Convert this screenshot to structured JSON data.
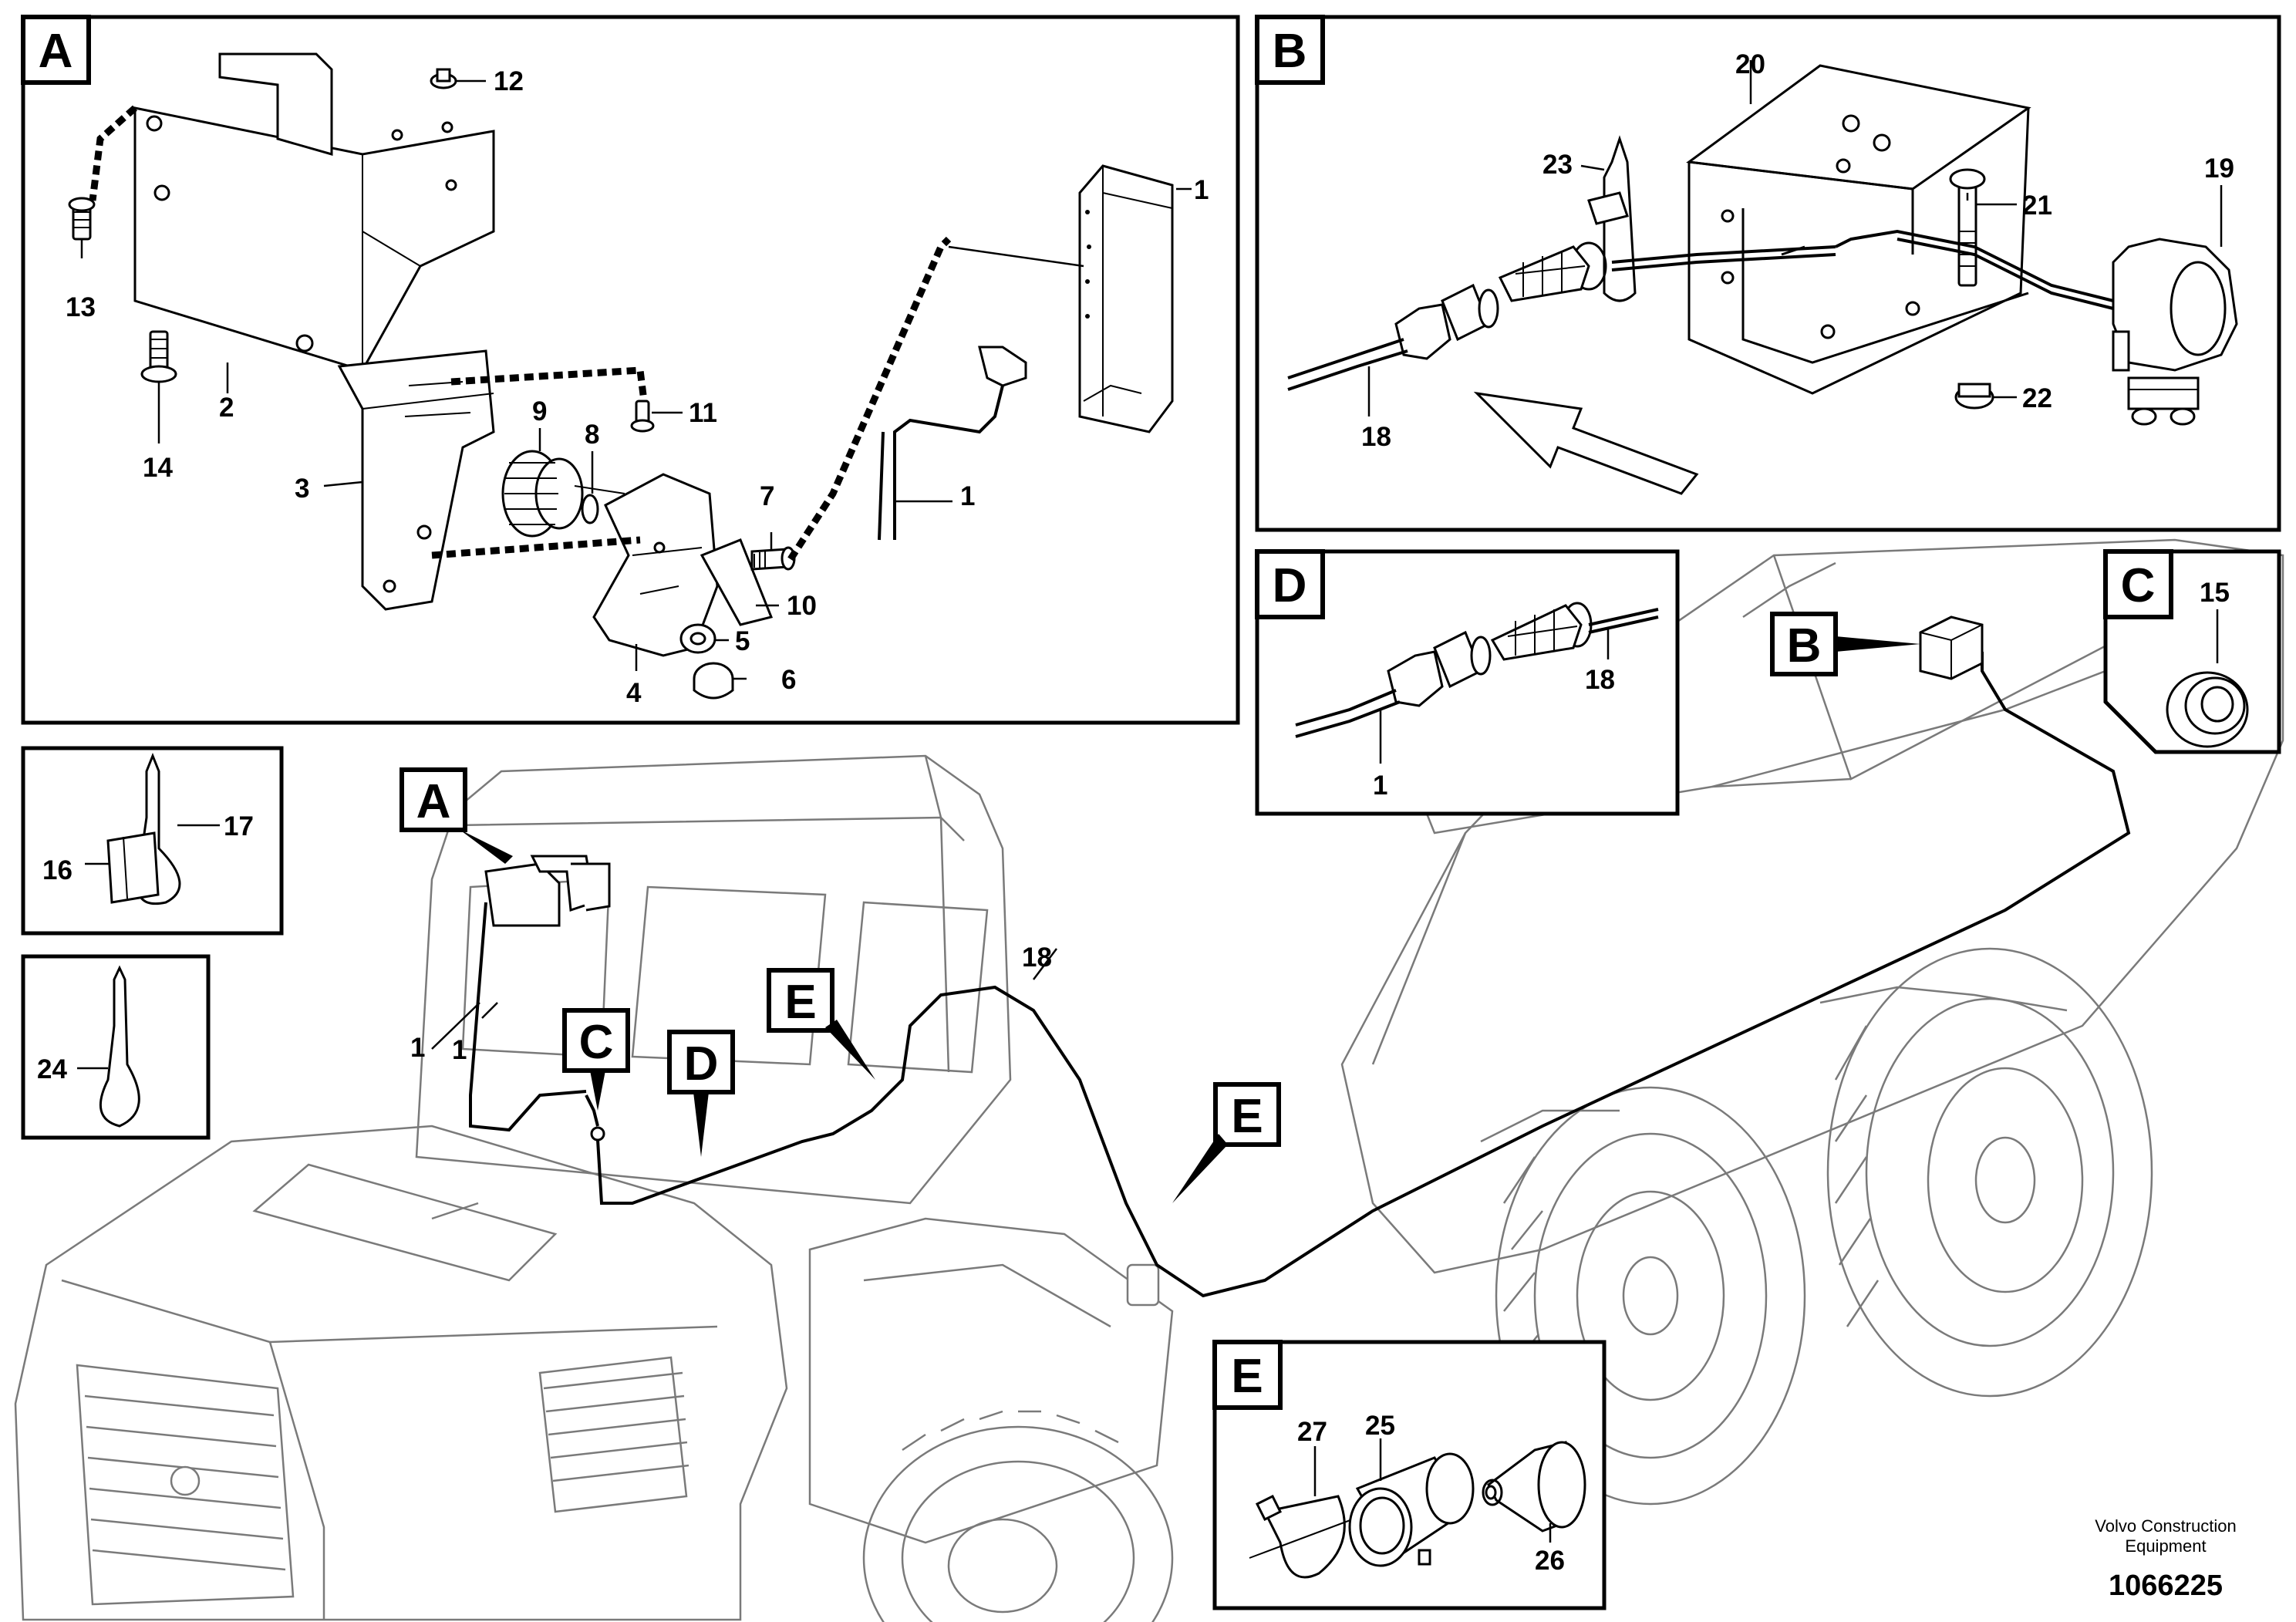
{
  "panels": {
    "A": {
      "label": "A"
    },
    "B": {
      "label": "B"
    },
    "C": {
      "label": "C"
    },
    "D": {
      "label": "D"
    },
    "E": {
      "label": "E"
    }
  },
  "parts_A": [
    "1",
    "1",
    "2",
    "3",
    "4",
    "5",
    "6",
    "7",
    "8",
    "9",
    "10",
    "11",
    "12",
    "13",
    "14"
  ],
  "parts_B": [
    "18",
    "19",
    "20",
    "21",
    "22",
    "23"
  ],
  "parts_C": [
    "15"
  ],
  "parts_D": [
    "1",
    "18"
  ],
  "parts_E": [
    "25",
    "26",
    "27"
  ],
  "ties": {
    "t16": "16",
    "t17": "17",
    "t24": "24"
  },
  "machine": {
    "tag_A": "A",
    "tag_B": "B",
    "tag_C": "C",
    "tag_D": "D",
    "tag_E1": "E",
    "tag_E2": "E",
    "lbl_1a": "1",
    "lbl_1b": "1",
    "lbl_18": "18"
  },
  "footer": {
    "brand_line1": "Volvo Construction",
    "brand_line2": "Equipment",
    "drawing_number": "1066225"
  }
}
